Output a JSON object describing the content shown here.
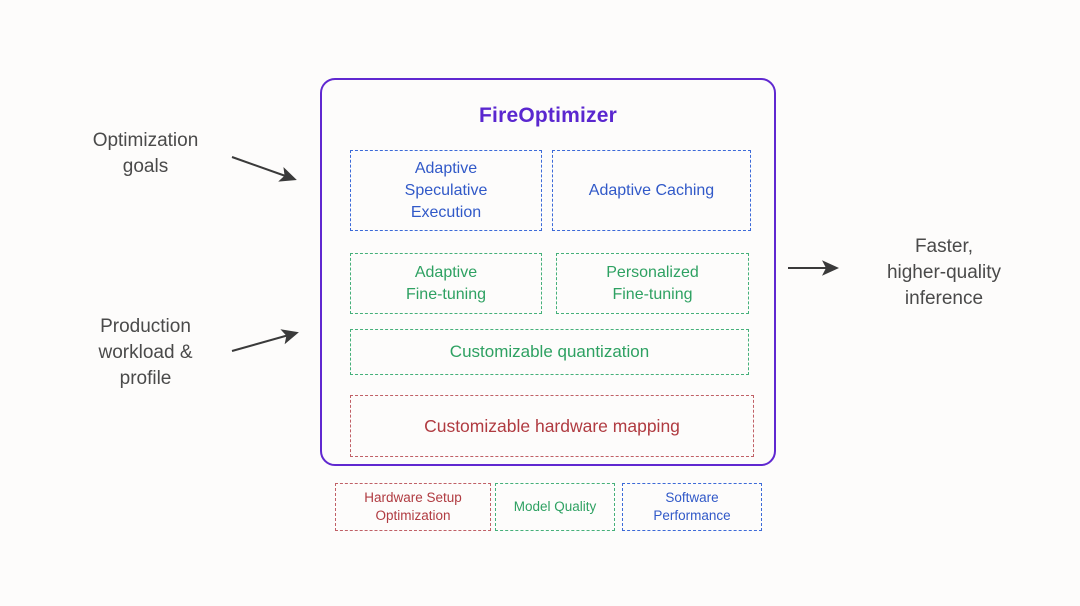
{
  "diagram": {
    "title": "FireOptimizer",
    "background_color": "#fdfcfb",
    "container_border_color": "#6028d0",
    "title_color": "#5a27cf"
  },
  "inputs": [
    {
      "id": "optimization-goals",
      "label": "Optimization\ngoals"
    },
    {
      "id": "production-workload",
      "label": "Production\nworkload &\nprofile"
    }
  ],
  "output": {
    "id": "faster-higher-quality-inference",
    "label": "Faster,\nhigher-quality\ninference"
  },
  "features": [
    {
      "id": "adaptive-speculative-execution",
      "label": "Adaptive\nSpeculative\nExecution",
      "category": "software-performance",
      "color": "#3159c8"
    },
    {
      "id": "adaptive-caching",
      "label": "Adaptive Caching",
      "category": "software-performance",
      "color": "#3159c8"
    },
    {
      "id": "adaptive-fine-tuning",
      "label": "Adaptive\nFine-tuning",
      "category": "model-quality",
      "color": "#2ea162"
    },
    {
      "id": "personalized-fine-tuning",
      "label": "Personalized\nFine-tuning",
      "category": "model-quality",
      "color": "#2ea162"
    },
    {
      "id": "customizable-quantization",
      "label": "Customizable quantization",
      "category": "model-quality",
      "color": "#2ea162"
    },
    {
      "id": "customizable-hardware-mapping",
      "label": "Customizable hardware mapping",
      "category": "hardware-setup-optimization",
      "color": "#b03b41"
    }
  ],
  "legend": [
    {
      "id": "hardware-setup-optimization",
      "label": "Hardware Setup\nOptimization",
      "color": "#b03b41",
      "border_color": "#c06066"
    },
    {
      "id": "model-quality",
      "label": "Model Quality",
      "color": "#2ea162",
      "border_color": "#45b07a"
    },
    {
      "id": "software-performance",
      "label": "Software\nPerformance",
      "color": "#3159c8",
      "border_color": "#3c6ad8"
    }
  ],
  "arrows": {
    "color": "#3a3a3a"
  }
}
